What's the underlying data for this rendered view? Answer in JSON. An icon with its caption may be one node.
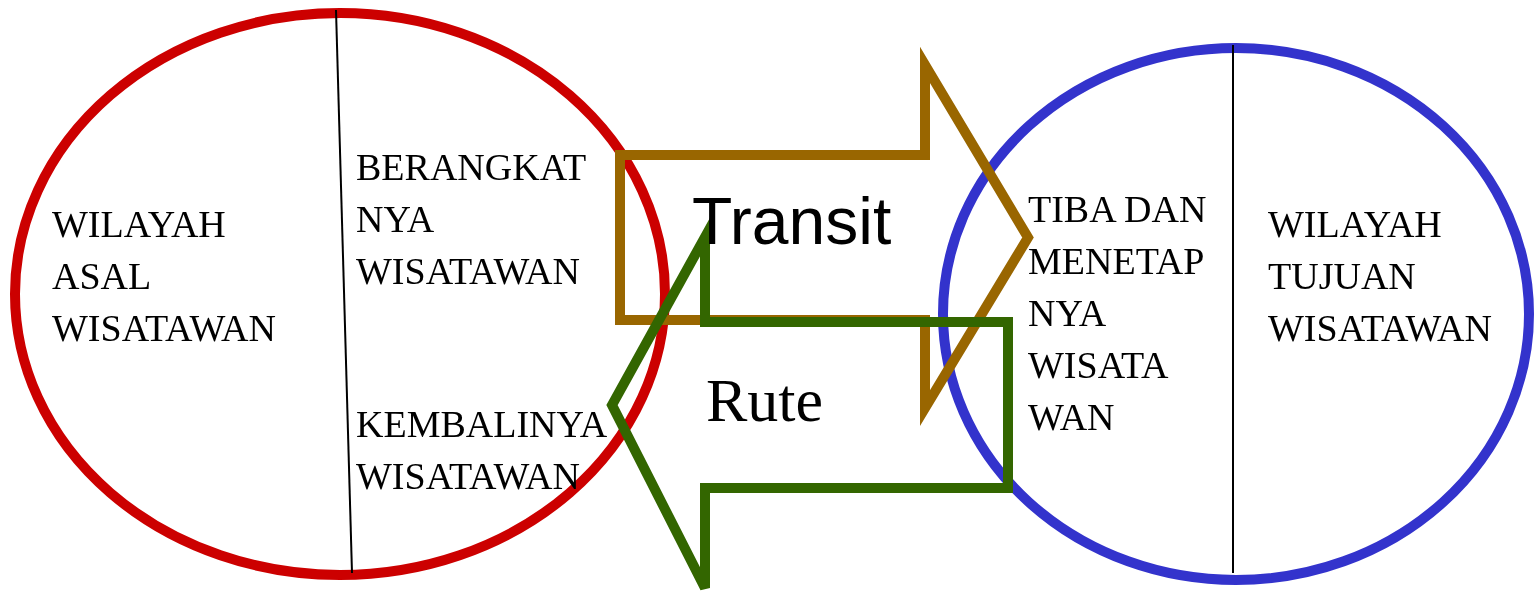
{
  "diagram": {
    "nodes": [
      {
        "text": [
          "WILAYAH ASAL WISATAWAN",
          "BERANGKAT NYA WISATAWAN",
          "KEMBALINYA WISATAWAN"
        ]
      },
      {
        "text": [
          "TIBA DAN MENETAP NYA WISATA WAN",
          "WILAYAH TUJUAN WISATAWAN"
        ]
      }
    ],
    "edges": [
      {
        "from": 0,
        "to": 1,
        "arrow": "to",
        "label": "Transit",
        "color": "#996600"
      },
      {
        "from": 1,
        "to": 0,
        "arrow": "to",
        "label": "Rute",
        "color": "#336600"
      }
    ]
  }
}
